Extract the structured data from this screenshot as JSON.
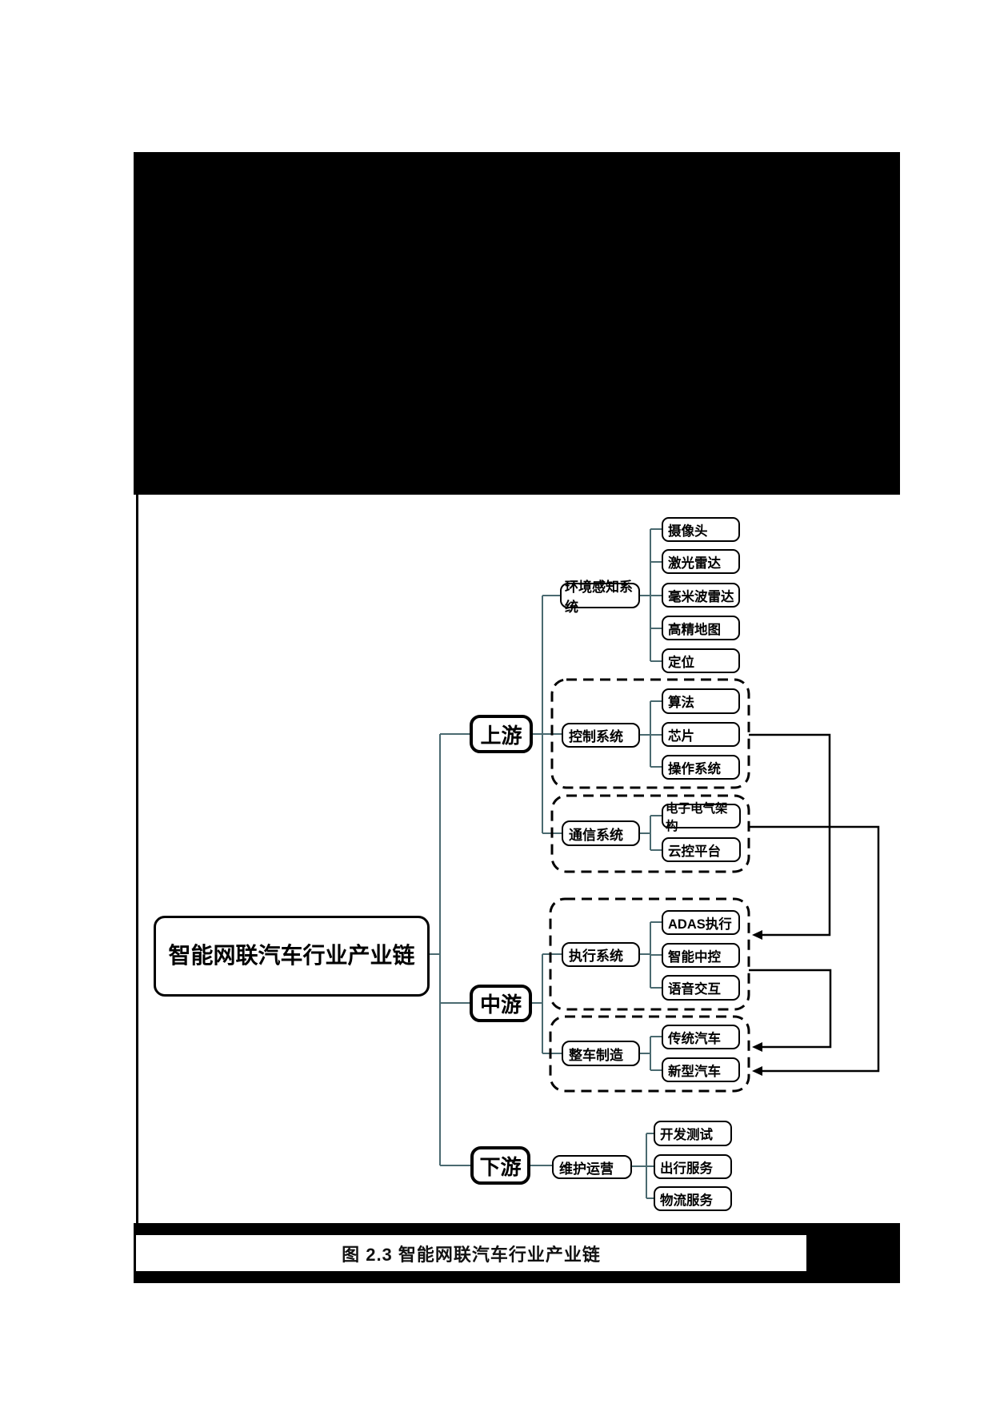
{
  "figure": {
    "caption": "图 2.3 智能网联汽车行业产业链",
    "root": {
      "label": "智能网联汽车行业产业链"
    },
    "tiers": [
      {
        "label": "上游",
        "groups": [
          {
            "label": "环境感知系统",
            "dashed": false,
            "leaves": [
              "摄像头",
              "激光雷达",
              "毫米波雷达",
              "高精地图",
              "定位"
            ]
          },
          {
            "label": "控制系统",
            "dashed": true,
            "leaves": [
              "算法",
              "芯片",
              "操作系统"
            ]
          },
          {
            "label": "通信系统",
            "dashed": true,
            "leaves": [
              "电子电气架构",
              "云控平台"
            ]
          }
        ]
      },
      {
        "label": "中游",
        "groups": [
          {
            "label": "执行系统",
            "dashed": true,
            "leaves": [
              "ADAS执行",
              "智能中控",
              "语音交互"
            ]
          },
          {
            "label": "整车制造",
            "dashed": true,
            "leaves": [
              "传统汽车",
              "新型汽车"
            ]
          }
        ]
      },
      {
        "label": "下游",
        "groups": [
          {
            "label": "维护运营",
            "dashed": false,
            "leaves": [
              "开发测试",
              "出行服务",
              "物流服务"
            ]
          }
        ]
      }
    ],
    "colors": {
      "tree_line": "#4a6a70",
      "arrow_line": "#000000",
      "box_border": "#000000",
      "redaction": "#000000"
    }
  }
}
